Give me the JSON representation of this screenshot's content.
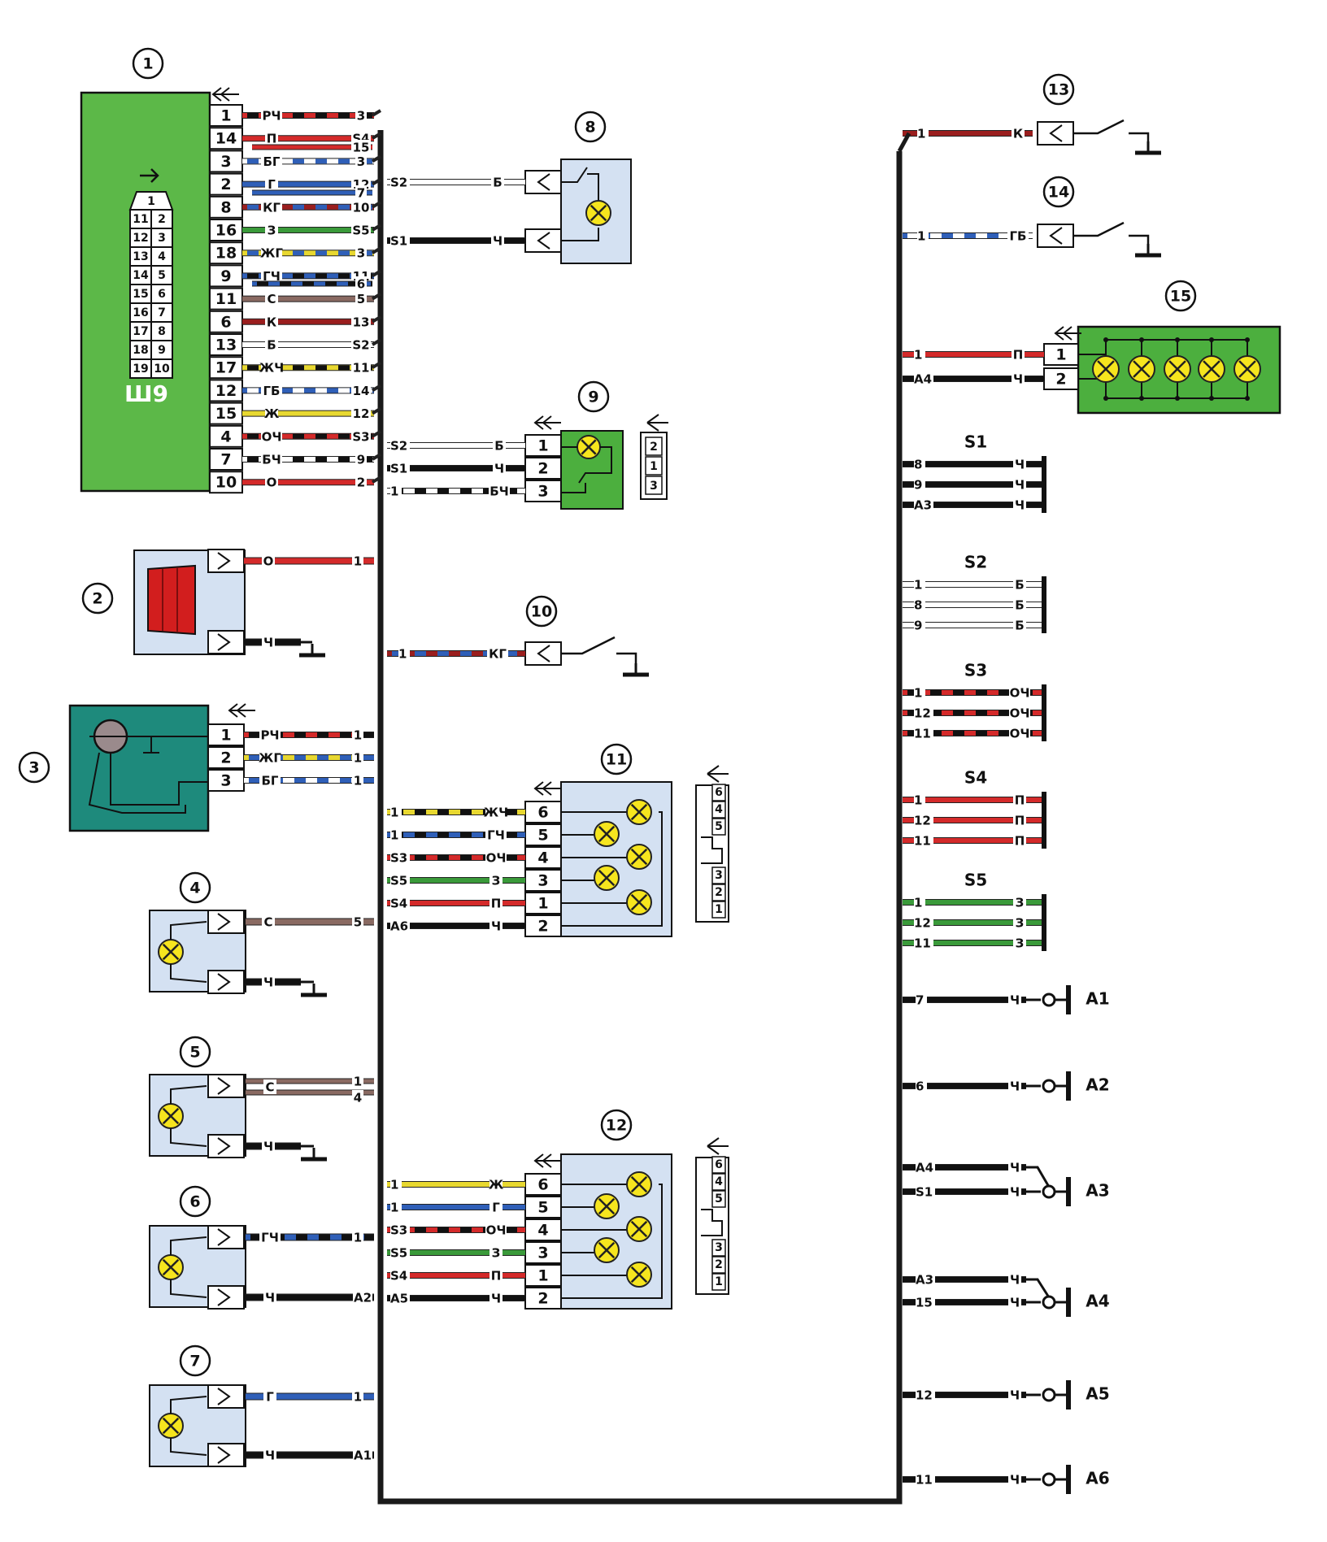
{
  "diagram": {
    "connector_name": "Ш9",
    "callouts": [
      "1",
      "2",
      "3",
      "4",
      "5",
      "6",
      "7",
      "8",
      "9",
      "10",
      "11",
      "12",
      "13",
      "14",
      "15"
    ],
    "connector_1": {
      "pins": [
        {
          "pin": "1",
          "wire": "РЧ",
          "end": "3"
        },
        {
          "pin": "14",
          "wire": "П",
          "end": "S4"
        },
        {
          "pin": "3",
          "wire": "БГ",
          "end": "3"
        },
        {
          "pin": "2",
          "wire": "Г",
          "end": "12"
        },
        {
          "pin": "8",
          "wire": "КГ",
          "end": "10"
        },
        {
          "pin": "16",
          "wire": "З",
          "end": "S5"
        },
        {
          "pin": "18",
          "wire": "ЖГ",
          "end": "3"
        },
        {
          "pin": "9",
          "wire": "ГЧ",
          "end": "11"
        },
        {
          "pin": "11",
          "wire": "С",
          "end": "5"
        },
        {
          "pin": "6",
          "wire": "К",
          "end": "13"
        },
        {
          "pin": "13",
          "wire": "Б",
          "end": "S2"
        },
        {
          "pin": "17",
          "wire": "ЖЧ",
          "end": "11"
        },
        {
          "pin": "12",
          "wire": "ГБ",
          "end": "14"
        },
        {
          "pin": "15",
          "wire": "Ж",
          "end": "12"
        },
        {
          "pin": "4",
          "wire": "ОЧ",
          "end": "S3"
        },
        {
          "pin": "7",
          "wire": "БЧ",
          "end": "9"
        },
        {
          "pin": "10",
          "wire": "О",
          "end": "2"
        }
      ],
      "extra_ends": [
        "15",
        "7",
        "6"
      ],
      "face_pairs": [
        [
          "11",
          "2"
        ],
        [
          "12",
          "3"
        ],
        [
          "13",
          "4"
        ],
        [
          "14",
          "5"
        ],
        [
          "15",
          "6"
        ],
        [
          "16",
          "7"
        ],
        [
          "17",
          "8"
        ],
        [
          "18",
          "9"
        ],
        [
          "19",
          "10"
        ]
      ],
      "face_top": "1"
    },
    "device_2": {
      "wire": "О",
      "end": "1",
      "ground_wire": "Ч"
    },
    "device_3": {
      "pins": [
        {
          "pin": "1",
          "wire": "РЧ",
          "end": "1"
        },
        {
          "pin": "2",
          "wire": "ЖГ",
          "end": "1"
        },
        {
          "pin": "3",
          "wire": "БГ",
          "end": "1"
        }
      ]
    },
    "device_4": {
      "wire": "С",
      "end": "5",
      "ground_wire": "Ч"
    },
    "device_5": {
      "wire": "С",
      "end_a": "1",
      "end_b": "4",
      "ground_wire": "Ч"
    },
    "device_6": {
      "wire": "ГЧ",
      "end": "1",
      "wire2": "Ч",
      "end2": "A2"
    },
    "device_7": {
      "wire": "Г",
      "end": "1",
      "wire2": "Ч",
      "end2": "A1"
    },
    "device_8": {
      "top_end": "S2",
      "top_wire": "Б",
      "bot_end": "S1",
      "bot_wire": "Ч"
    },
    "device_9": {
      "pins": [
        {
          "pin": "1",
          "end": "S2",
          "wire": "Б"
        },
        {
          "pin": "2",
          "end": "S1",
          "wire": "Ч"
        },
        {
          "pin": "3",
          "end": "1",
          "wire": "БЧ"
        }
      ],
      "face": [
        "2",
        "1",
        "3"
      ]
    },
    "device_10": {
      "end": "1",
      "wire": "КГ"
    },
    "device_11": {
      "pins": [
        {
          "pin": "6",
          "end": "1",
          "wire": "ЖЧ"
        },
        {
          "pin": "5",
          "end": "1",
          "wire": "ГЧ"
        },
        {
          "pin": "4",
          "end": "S3",
          "wire": "ОЧ"
        },
        {
          "pin": "3",
          "end": "S5",
          "wire": "З"
        },
        {
          "pin": "1",
          "end": "S4",
          "wire": "П"
        },
        {
          "pin": "2",
          "end": "A6",
          "wire": "Ч"
        }
      ],
      "face": [
        "6",
        "4",
        "5",
        "3",
        "2",
        "1"
      ]
    },
    "device_12": {
      "pins": [
        {
          "pin": "6",
          "end": "1",
          "wire": "Ж"
        },
        {
          "pin": "5",
          "end": "1",
          "wire": "Г"
        },
        {
          "pin": "4",
          "end": "S3",
          "wire": "ОЧ"
        },
        {
          "pin": "3",
          "end": "S5",
          "wire": "З"
        },
        {
          "pin": "1",
          "end": "S4",
          "wire": "П"
        },
        {
          "pin": "2",
          "end": "A5",
          "wire": "Ч"
        }
      ],
      "face": [
        "6",
        "4",
        "5",
        "3",
        "2",
        "1"
      ]
    },
    "device_13": {
      "end": "1",
      "wire": "К"
    },
    "device_14": {
      "end": "1",
      "wire": "ГБ"
    },
    "device_15": {
      "pins": [
        {
          "pin": "1",
          "end": "1",
          "wire": "П"
        },
        {
          "pin": "2",
          "end": "A4",
          "wire": "Ч"
        }
      ]
    },
    "splices": [
      {
        "name": "S1",
        "rows": [
          {
            "end": "8",
            "wire": "Ч"
          },
          {
            "end": "9",
            "wire": "Ч"
          },
          {
            "end": "A3",
            "wire": "Ч"
          }
        ]
      },
      {
        "name": "S2",
        "rows": [
          {
            "end": "1",
            "wire": "Б"
          },
          {
            "end": "8",
            "wire": "Б"
          },
          {
            "end": "9",
            "wire": "Б"
          }
        ]
      },
      {
        "name": "S3",
        "rows": [
          {
            "end": "1",
            "wire": "ОЧ"
          },
          {
            "end": "12",
            "wire": "ОЧ"
          },
          {
            "end": "11",
            "wire": "ОЧ"
          }
        ]
      },
      {
        "name": "S4",
        "rows": [
          {
            "end": "1",
            "wire": "П"
          },
          {
            "end": "12",
            "wire": "П"
          },
          {
            "end": "11",
            "wire": "П"
          }
        ]
      },
      {
        "name": "S5",
        "rows": [
          {
            "end": "1",
            "wire": "З"
          },
          {
            "end": "12",
            "wire": "З"
          },
          {
            "end": "11",
            "wire": "З"
          }
        ]
      }
    ],
    "grounds": [
      {
        "name": "A1",
        "rows": [
          {
            "end": "7",
            "wire": "Ч"
          }
        ]
      },
      {
        "name": "A2",
        "rows": [
          {
            "end": "6",
            "wire": "Ч"
          }
        ]
      },
      {
        "name": "A3",
        "rows": [
          {
            "end": "A4",
            "wire": "Ч"
          },
          {
            "end": "S1",
            "wire": "Ч"
          }
        ]
      },
      {
        "name": "A4",
        "rows": [
          {
            "end": "A3",
            "wire": "Ч"
          },
          {
            "end": "15",
            "wire": "Ч"
          }
        ]
      },
      {
        "name": "A5",
        "rows": [
          {
            "end": "12",
            "wire": "Ч"
          }
        ]
      },
      {
        "name": "A6",
        "rows": [
          {
            "end": "11",
            "wire": "Ч"
          }
        ]
      }
    ],
    "colors": {
      "harness": "#1a1a1a",
      "connector_green": "#5cb848",
      "device_blue": "#d4e1f2",
      "motor_teal": "#1e8a7c",
      "block_green": "#4caf3e",
      "lamp_yellow": "#f6e51e",
      "red": "#d42a2a",
      "darkred": "#9a1e1e",
      "blue": "#2f5fb8",
      "white": "#ffffff",
      "green": "#3a9a3a",
      "brown": "#8a6a62",
      "yellow": "#e8d830",
      "orange": "#e07020",
      "black": "#111111"
    }
  }
}
